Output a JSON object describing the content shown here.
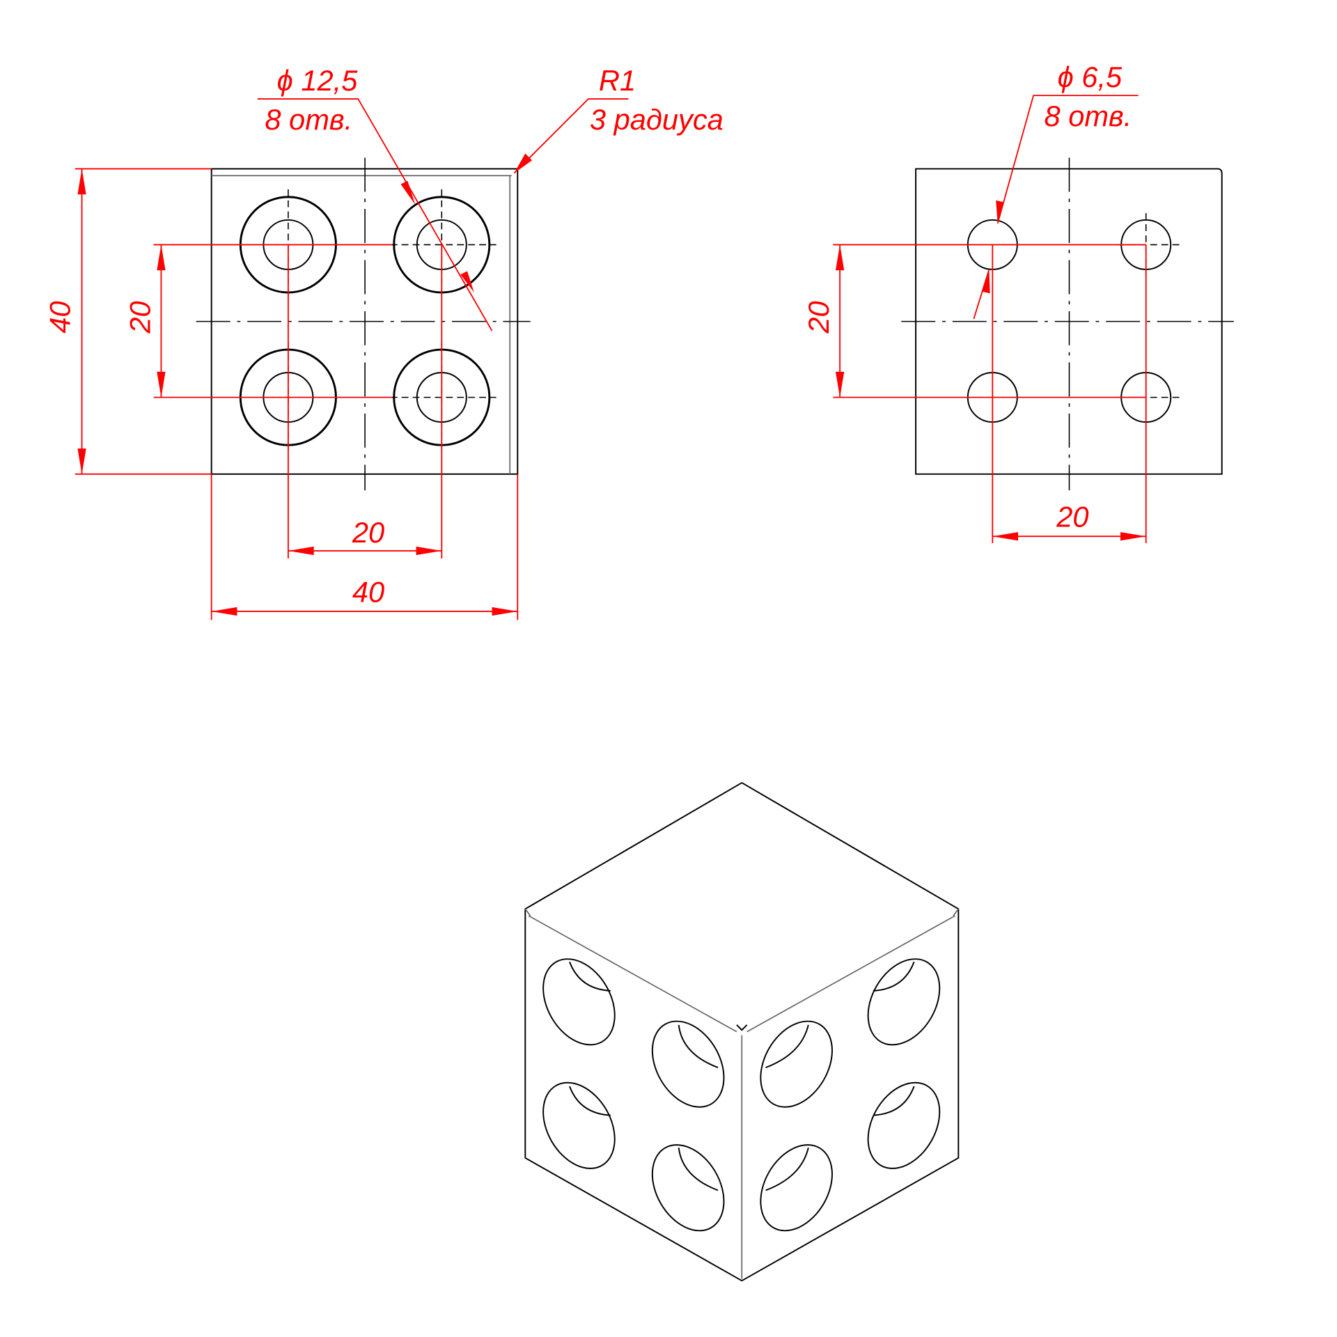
{
  "front_view": {
    "hole_diameter": "ϕ 12,5",
    "hole_count": "8 отв.",
    "fillet": "R1",
    "fillet_count": "3 радиуса",
    "height": "40",
    "width": "40",
    "hole_spacing_v": "20",
    "hole_spacing_h": "20"
  },
  "side_view": {
    "hole_diameter": "ϕ 6,5",
    "hole_count": "8 отв.",
    "hole_spacing_v": "20",
    "hole_spacing_h": "20"
  },
  "colors": {
    "dimension": "#ff0000",
    "outline": "#000000"
  }
}
